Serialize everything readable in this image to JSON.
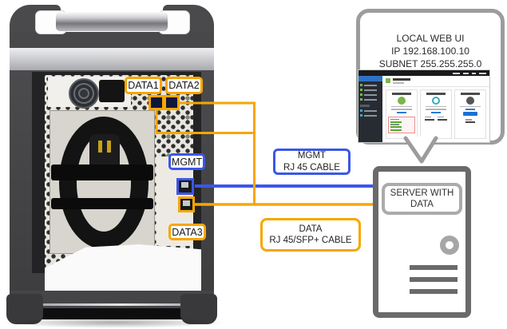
{
  "ports": {
    "data1": "DATA1",
    "data2": "DATA2",
    "mgmt": "MGMT",
    "data3": "DATA3"
  },
  "cables": {
    "mgmt": {
      "title": "MGMT",
      "subtitle": "RJ 45 CABLE",
      "color": "#3B57E8"
    },
    "data": {
      "title": "DATA",
      "subtitle": "RJ 45/SFP+ CABLE",
      "color": "#F7A600"
    }
  },
  "callout": {
    "title": "LOCAL WEB UI",
    "ip": "IP 192.168.100.10",
    "subnet": "SUBNET 255.255.255.0"
  },
  "server": {
    "label_line1": "SERVER WITH",
    "label_line2": "DATA"
  },
  "colors": {
    "data_cable_orange": "#F7A600",
    "mgmt_cable_blue": "#3B57E8",
    "server_outline_gray": "#6A6A6A",
    "callout_outline_gray": "#9C9C9C",
    "webui_accent_green": "#7AB648",
    "webui_accent_blue": "#2E72C4"
  }
}
